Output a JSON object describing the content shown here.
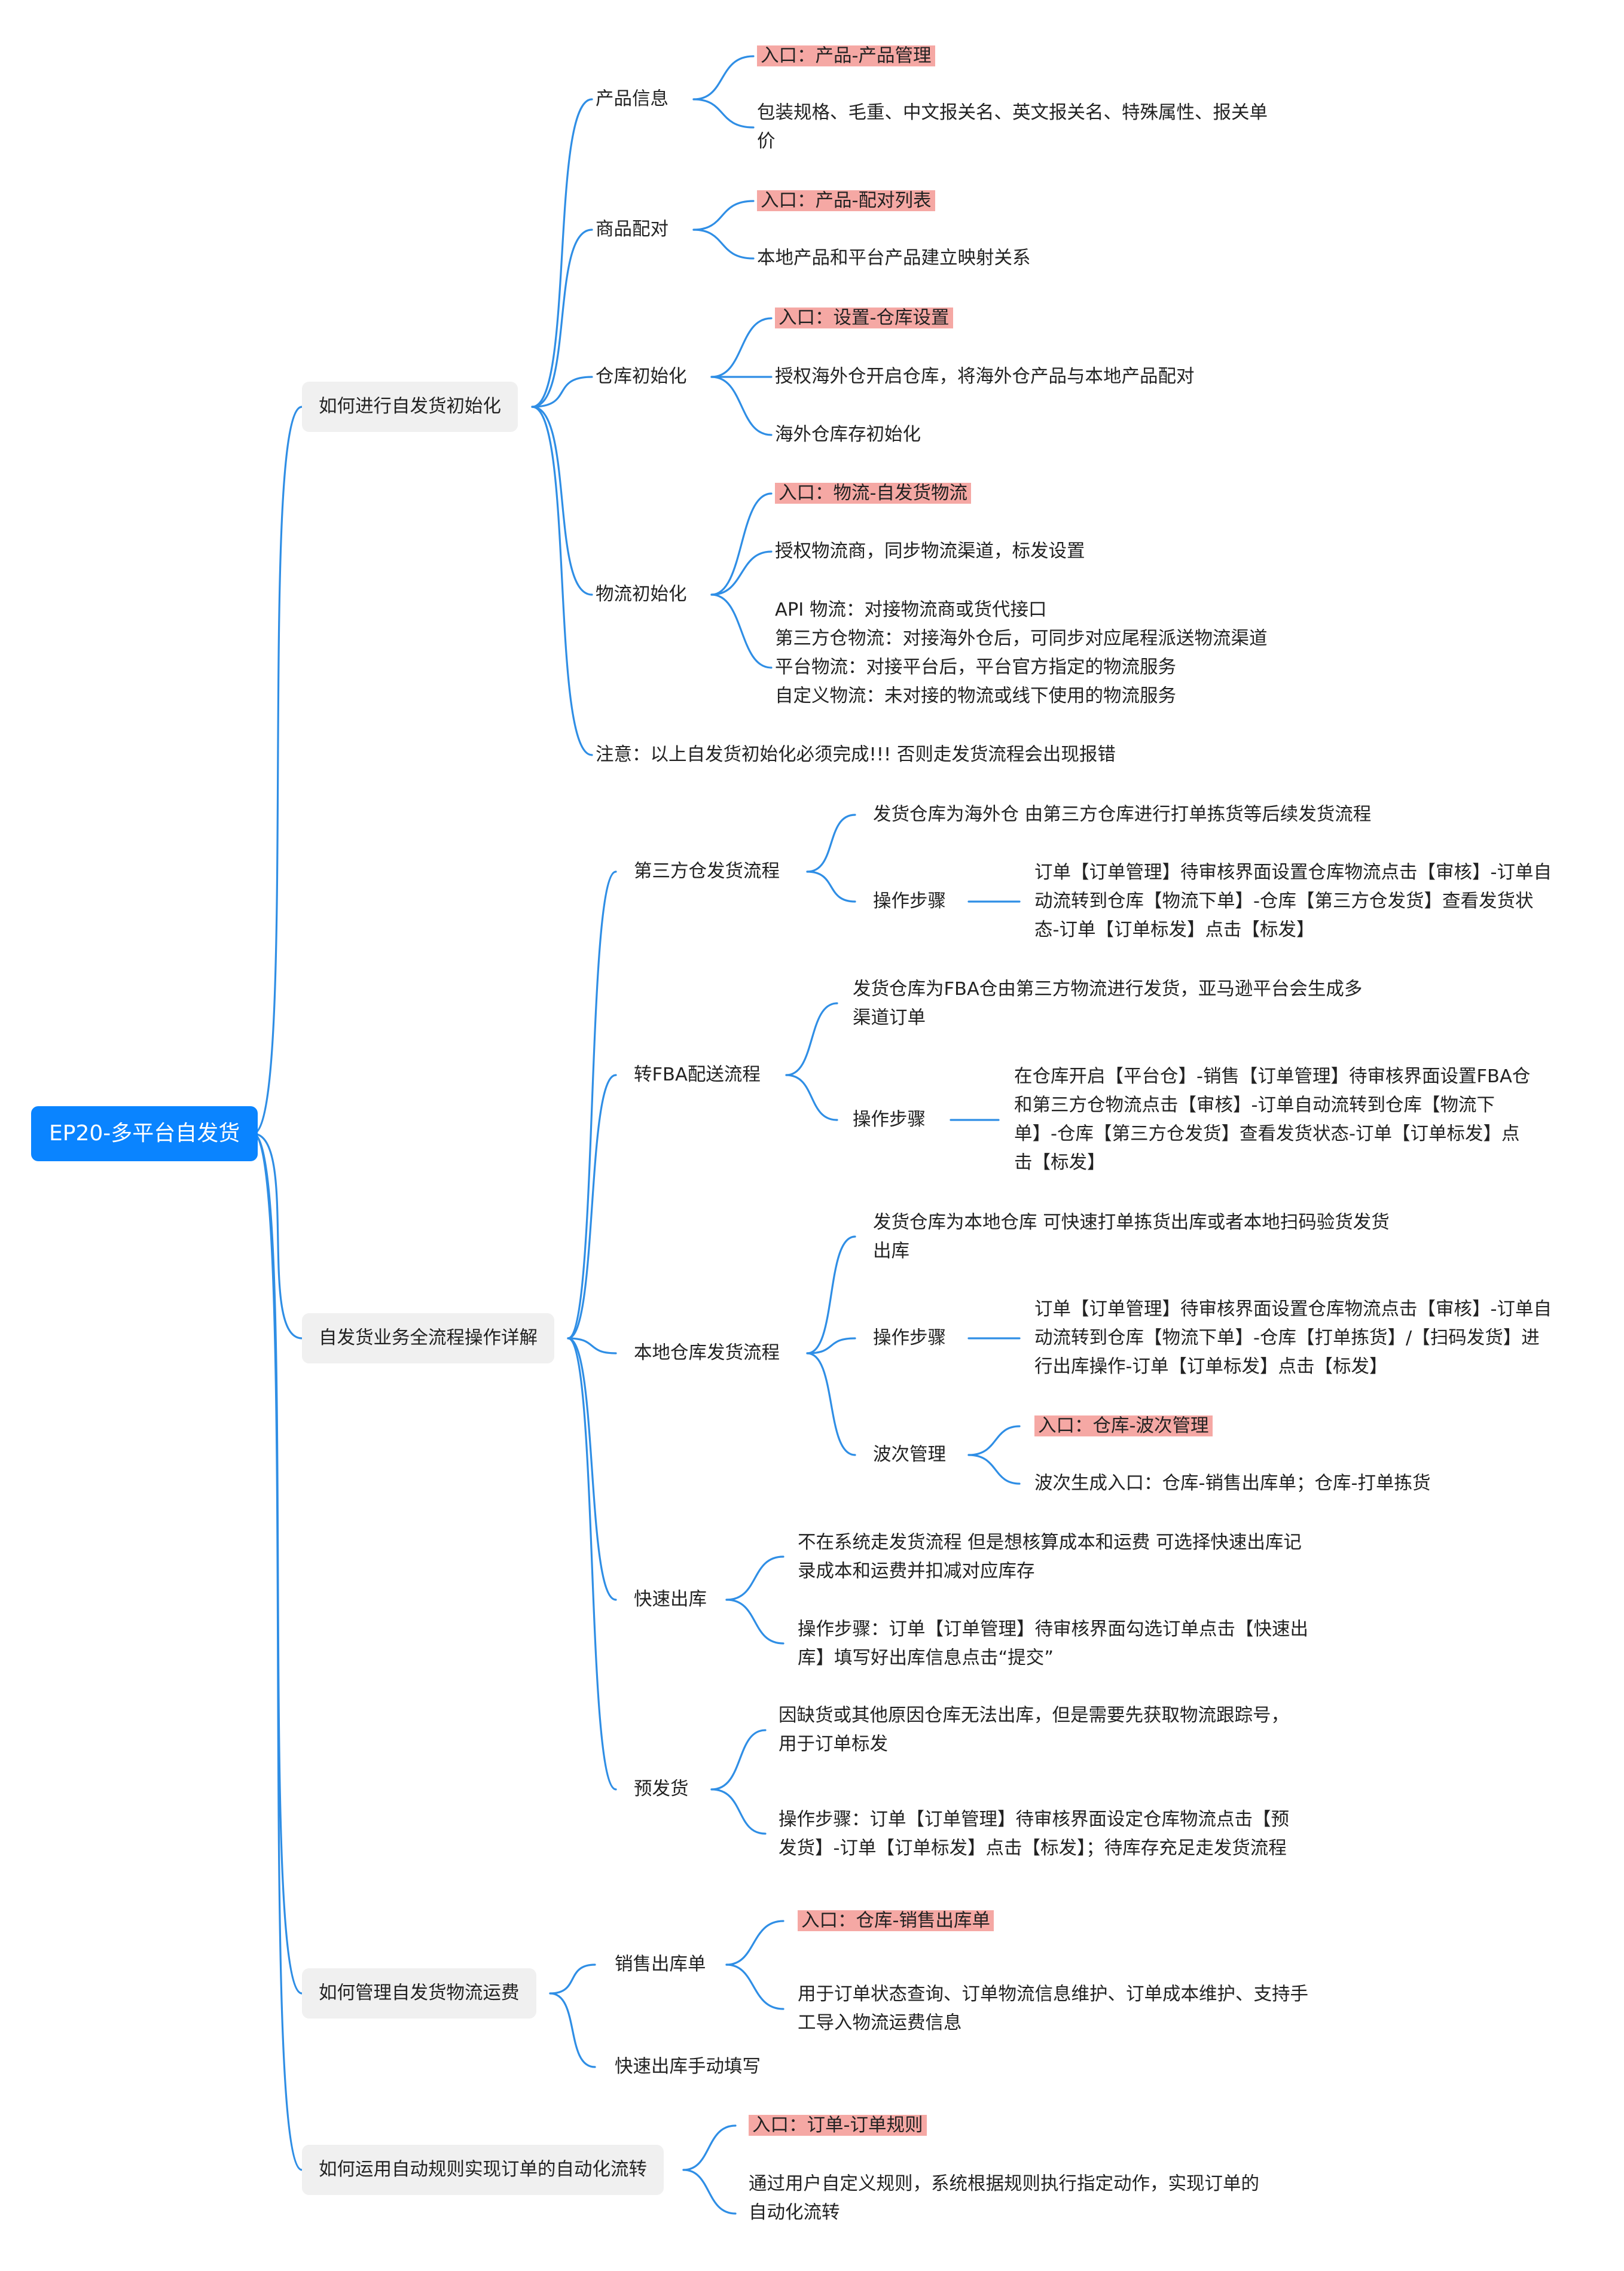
{
  "root": "EP20-多平台自发货",
  "sections": {
    "init": {
      "title": "如何进行自发货初始化",
      "product": {
        "title": "产品信息",
        "entry": "入口：产品-产品管理",
        "desc": [
          "包装规格、毛重、中文报关名、英文报关名、特殊属性、报关单",
          "价"
        ]
      },
      "match": {
        "title": "商品配对",
        "entry": "入口：产品-配对列表",
        "desc": "本地产品和平台产品建立映射关系"
      },
      "warehouse": {
        "title": "仓库初始化",
        "entry": "入口：设置-仓库设置",
        "item1": "授权海外仓开启仓库，将海外仓产品与本地产品配对",
        "item2": "海外仓库存初始化"
      },
      "logistics": {
        "title": "物流初始化",
        "entry": "入口：物流-自发货物流",
        "item1": "授权物流商，同步物流渠道，标发设置",
        "types": [
          "API 物流：对接物流商或货代接口",
          "第三方仓物流：对接海外仓后，可同步对应尾程派送物流渠道",
          "平台物流：对接平台后，平台官方指定的物流服务",
          "自定义物流：未对接的物流或线下使用的物流服务"
        ]
      },
      "note": "注意：以上自发货初始化必须完成!!! 否则走发货流程会出现报错"
    },
    "process": {
      "title": "自发货业务全流程操作详解",
      "third": {
        "title": "第三方仓发货流程",
        "desc": "发货仓库为海外仓 由第三方仓库进行打单拣货等后续发货流程",
        "steps_label": "操作步骤",
        "steps": [
          "订单【订单管理】待审核界面设置仓库物流点击【审核】-订单自",
          "动流转到仓库【物流下单】-仓库【第三方仓发货】查看发货状",
          "态-订单【订单标发】点击【标发】"
        ]
      },
      "fba": {
        "title": "转FBA配送流程",
        "desc": [
          "发货仓库为FBA仓由第三方物流进行发货，亚马逊平台会生成多",
          "渠道订单"
        ],
        "steps_label": "操作步骤",
        "steps": [
          "在仓库开启【平台仓】-销售【订单管理】待审核界面设置FBA仓",
          "和第三方仓物流点击【审核】-订单自动流转到仓库【物流下",
          "单】-仓库【第三方仓发货】查看发货状态-订单【订单标发】点",
          "击【标发】"
        ]
      },
      "local": {
        "title": "本地仓库发货流程",
        "desc": [
          "发货仓库为本地仓库 可快速打单拣货出库或者本地扫码验货发货",
          "出库"
        ],
        "steps_label": "操作步骤",
        "steps": [
          "订单【订单管理】待审核界面设置仓库物流点击【审核】-订单自",
          "动流转到仓库【物流下单】-仓库【打单拣货】/【扫码发货】进",
          "行出库操作-订单【订单标发】点击【标发】"
        ],
        "wave_label": "波次管理",
        "wave_entry": "入口：仓库-波次管理",
        "wave_desc": "波次生成入口：仓库-销售出库单；仓库-打单拣货"
      },
      "quick": {
        "title": "快速出库",
        "desc": [
          "不在系统走发货流程 但是想核算成本和运费 可选择快速出库记",
          "录成本和运费并扣减对应库存"
        ],
        "steps": [
          "操作步骤：订单【订单管理】待审核界面勾选订单点击【快速出",
          "库】填写好出库信息点击“提交”"
        ]
      },
      "pre": {
        "title": "预发货",
        "desc": [
          "因缺货或其他原因仓库无法出库，但是需要先获取物流跟踪号，",
          "用于订单标发"
        ],
        "steps": [
          "操作步骤：订单【订单管理】待审核界面设定仓库物流点击【预",
          "发货】-订单【订单标发】点击【标发】；待库存充足走发货流程"
        ]
      }
    },
    "fee": {
      "title": "如何管理自发货物流运费",
      "sales": {
        "title": "销售出库单",
        "entry": "入口：仓库-销售出库单",
        "desc": [
          "用于订单状态查询、订单物流信息维护、订单成本维护、支持手",
          "工导入物流运费信息"
        ]
      },
      "quick": "快速出库手动填写"
    },
    "rule": {
      "title": "如何运用自动规则实现订单的自动化流转",
      "entry": "入口：订单-订单规则",
      "desc": [
        "通过用户自定义规则，系统根据规则执行指定动作，实现订单的",
        "自动化流转"
      ]
    }
  }
}
